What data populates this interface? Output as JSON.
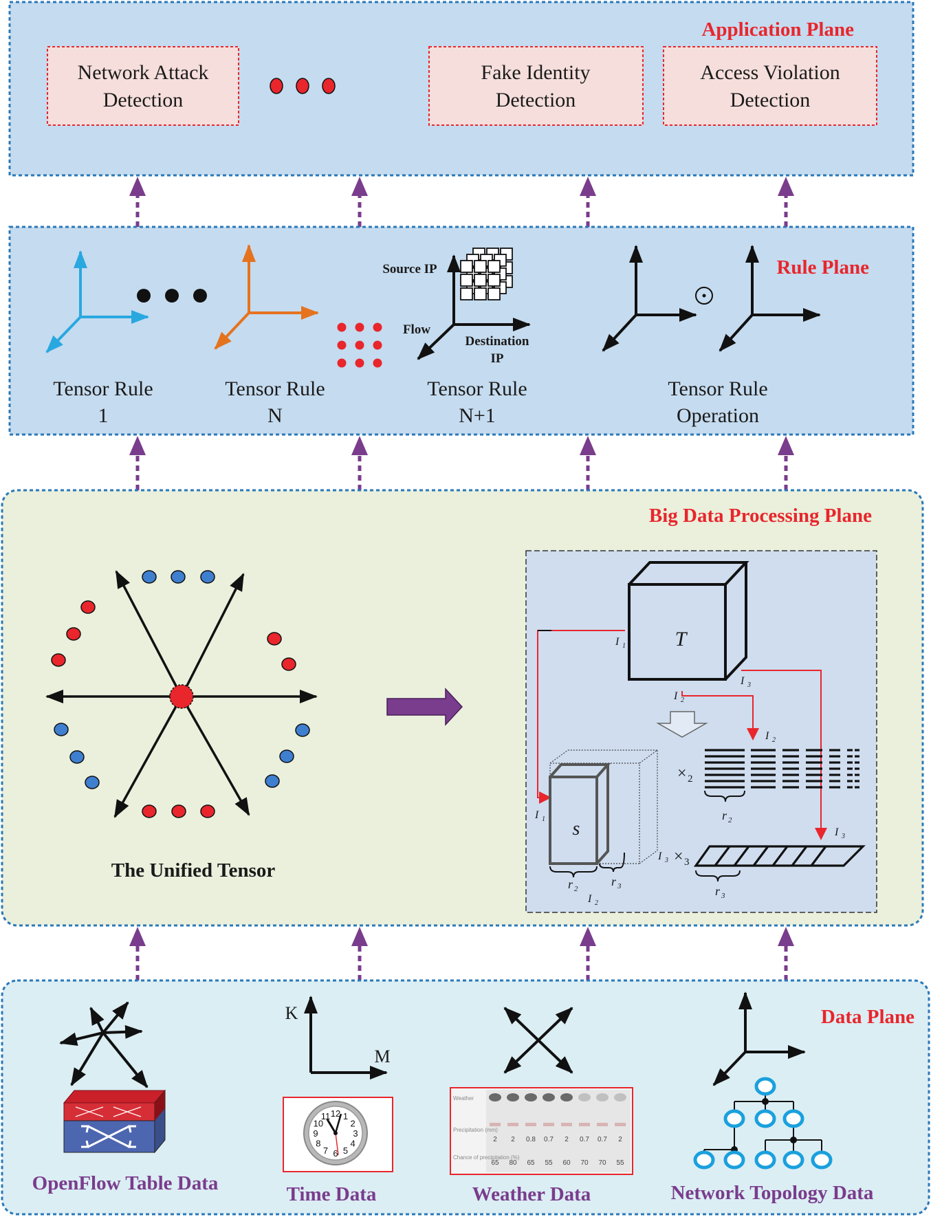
{
  "planes": {
    "application": {
      "title": "Application Plane",
      "boxes": [
        {
          "line1": "Network Attack",
          "line2": "Detection"
        },
        {
          "line1": "Fake Identity",
          "line2": "Detection"
        },
        {
          "line1": "Access Violation",
          "line2": "Detection"
        }
      ]
    },
    "rule": {
      "title": "Rule Plane",
      "rules": [
        {
          "line1": "Tensor Rule",
          "line2": "1"
        },
        {
          "line1": "Tensor Rule",
          "line2": "N"
        },
        {
          "line1": "Tensor Rule",
          "line2": "N+1"
        },
        {
          "line1": "Tensor Rule",
          "line2": "Operation"
        }
      ],
      "axis_labels": {
        "source_ip": "Source IP",
        "flow": "Flow",
        "destination_1": "Destination",
        "destination_2": "IP"
      },
      "operator_symbol": "⊙"
    },
    "big_data": {
      "title": "Big Data Processing  Plane",
      "unified_tensor_label": "The Unified Tensor",
      "decomposition": {
        "core_tensor": "T",
        "small_core": "s",
        "times2": "×",
        "times2_sub": "2",
        "times3": "×",
        "times3_sub": "3",
        "I": "I",
        "r": "r",
        "sub1": "1",
        "sub2": "2",
        "sub3": "3"
      }
    },
    "data": {
      "title": "Data  Plane",
      "sources": [
        "OpenFlow Table Data",
        "Time Data",
        "Weather  Data",
        "Network Topology Data"
      ],
      "time_axis": {
        "k": "K",
        "m": "M"
      },
      "clock_numbers": [
        "12",
        "1",
        "2",
        "3",
        "4",
        "5",
        "6",
        "7",
        "8",
        "9",
        "10",
        "11"
      ],
      "weather_table": {
        "rows": [
          "Weather",
          "Precipitation (mm)",
          "Chance of precipitation (%)"
        ],
        "precipitation": [
          "2",
          "2",
          "0.8",
          "0.7",
          "2",
          "0.7",
          "0.7",
          "2"
        ],
        "chance": [
          "65",
          "80",
          "65",
          "55",
          "60",
          "70",
          "70",
          "55"
        ]
      }
    }
  },
  "colors": {
    "plane_blue": "#c5dbef",
    "plane_green": "#eaf0dc",
    "plane_cyan": "#dbeef4",
    "border_blue": "#2a78b8",
    "box_pink": "#f5dedb",
    "box_border_red": "#e8262c",
    "title_red": "#e8262c",
    "arrow_purple": "#7a3c8c",
    "axis_cyan": "#29a8e0",
    "axis_orange": "#e5731e",
    "dot_red": "#e8262c",
    "dot_blue": "#3f7fd0"
  }
}
